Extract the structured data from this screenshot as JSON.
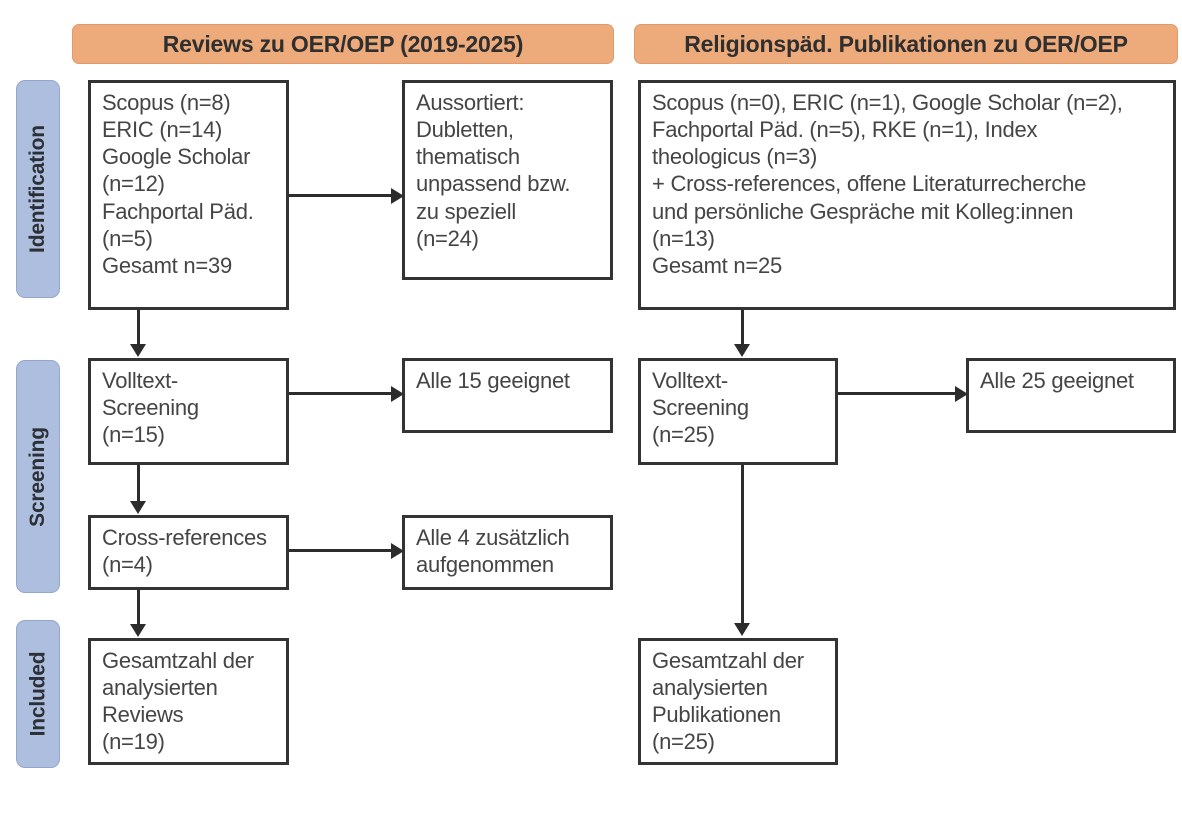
{
  "headers": {
    "left": "Reviews zu OER/OEP (2019-2025)",
    "right": "Religionspäd. Publikationen zu OER/OEP"
  },
  "stages": [
    {
      "label": "Identification"
    },
    {
      "label": "Screening"
    },
    {
      "label": "Included"
    }
  ],
  "boxes": {
    "left_identification": "Scopus (n=8)\nERIC (n=14)\nGoogle Scholar\n(n=12)\nFachportal Päd.\n(n=5)\nGesamt n=39",
    "left_excluded": "Aussortiert:\nDubletten,\nthematisch\nunpassend bzw.\nzu speziell\n(n=24)",
    "right_identification": "Scopus (n=0), ERIC (n=1), Google Scholar (n=2),\nFachportal Päd. (n=5), RKE (n=1), Index\ntheologicus (n=3)\n+ Cross-references, offene Literaturrecherche\nund persönliche Gespräche mit Kolleg:innen\n(n=13)\nGesamt n=25",
    "left_screening": "Volltext-\nScreening\n(n=15)",
    "left_screening_result": "Alle 15 geeignet",
    "right_screening": "Volltext-\nScreening\n(n=25)",
    "right_screening_result": "Alle 25 geeignet",
    "left_crossrefs": "Cross-references\n(n=4)",
    "left_crossrefs_result": "Alle 4 zusätzlich\naufgenommen",
    "left_included": "Gesamtzahl der\nanalysierten\nReviews\n(n=19)",
    "right_included": "Gesamtzahl der\nanalysierten\nPublikationen\n(n=25)"
  },
  "colors": {
    "header_fill": "#edaa7b",
    "stage_fill": "#aebedf",
    "box_border": "#333333",
    "text": "#454545",
    "connector": "#2c2c2c"
  }
}
